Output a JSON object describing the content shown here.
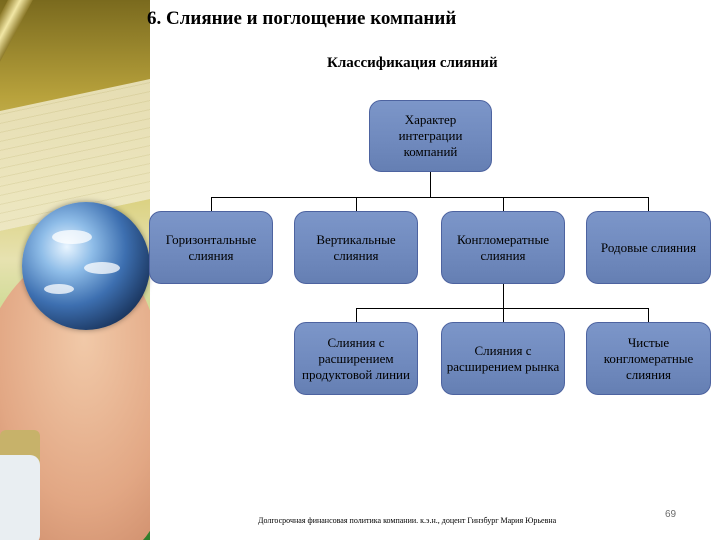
{
  "slide": {
    "title": "6. Слияние и поглощение компаний",
    "subtitle": "Классификация слияний",
    "footer": "Долгосрочная финансовая политика компании. к.э.н., доцент Гинзбург Мария Юрьевна",
    "page_number": "69"
  },
  "diagram": {
    "root": "Характер интеграции компаний",
    "level1": [
      "Горизонтальные слияния",
      "Вертикальные слияния",
      "Конгломератные слияния",
      "Родовые слияния"
    ],
    "level2": [
      "Слияния с расширением продуктовой линии",
      "Слияния с расширением рынка",
      "Чистые конгломератные слияния"
    ]
  },
  "colors": {
    "box_fill": "#7088bd",
    "box_border": "#4d63a0",
    "connector": "#000000"
  }
}
